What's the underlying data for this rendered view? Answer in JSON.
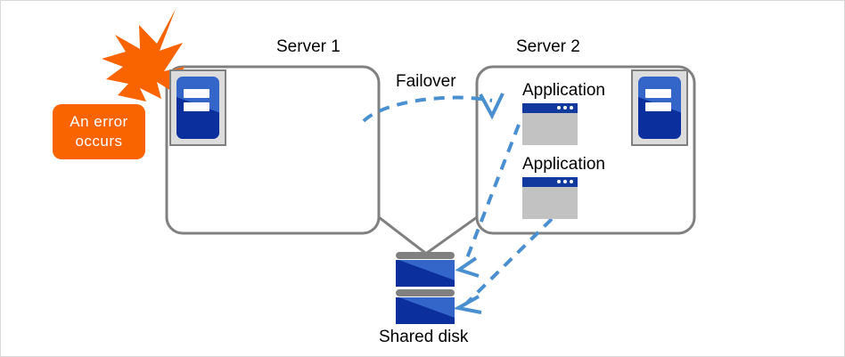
{
  "diagram": {
    "title": "Failover cluster diagram",
    "colors": {
      "error_orange": "#f96300",
      "server_blue": "#3465c8",
      "server_dark_blue": "#0b2f9c",
      "arrow_blue": "#4a90d0",
      "outline_gray": "#808080",
      "window_gray": "#c2c2c2",
      "window_titlebar_blue": "#123a9e"
    }
  },
  "labels": {
    "server1": "Server 1",
    "server2": "Server 2",
    "failover": "Failover",
    "shared_disk": "Shared disk",
    "application_1": "Application",
    "application_2": "Application"
  },
  "error_badge": {
    "line1": "An error",
    "line2": "occurs"
  },
  "icons": {
    "lightning": "lightning-burst-icon",
    "server_rack_1": "server-rack-icon",
    "server_rack_2": "server-rack-icon",
    "app_window_1": "application-window-icon",
    "app_window_2": "application-window-icon",
    "disk_block_1": "disk-block-icon",
    "disk_block_2": "disk-block-icon"
  },
  "connectors": {
    "failover_arrow": "dashed-curved-arrow-server1-to-server2",
    "app1_to_disk": "dashed-arrow-application1-to-shared-disk",
    "app2_to_disk": "dashed-arrow-application2-to-shared-disk",
    "server1_to_disk": "solid-line-server1-to-shared-disk",
    "server2_to_disk": "solid-line-server2-to-shared-disk"
  }
}
